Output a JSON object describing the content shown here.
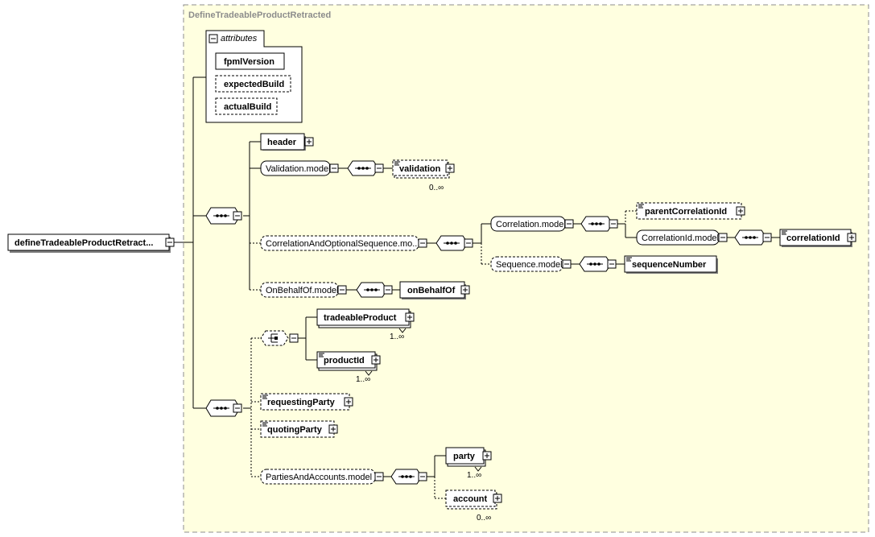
{
  "diagram": {
    "type_label": "DefineTradeableProductRetracted",
    "root": "defineTradeableProductRetract...",
    "attributes": {
      "label": "attributes",
      "items": [
        "fpmlVersion",
        "expectedBuild",
        "actualBuild"
      ]
    },
    "nodes": {
      "header": "header",
      "validation_model": "Validation.model",
      "validation": "validation",
      "validation_occ": "0..∞",
      "corr_seq_model": "CorrelationAndOptionalSequence.mo...",
      "correlation_model": "Correlation.model",
      "parent_correlation_id": "parentCorrelationId",
      "correlation_id_model": "CorrelationId.model",
      "correlation_id": "correlationId",
      "sequence_model": "Sequence.model",
      "sequence_number": "sequenceNumber",
      "on_behalf_of_model": "OnBehalfOf.model",
      "on_behalf_of": "onBehalfOf",
      "tradeable_product": "tradeableProduct",
      "tradeable_product_occ": "1..∞",
      "product_id": "productId",
      "product_id_occ": "1..∞",
      "requesting_party": "requestingParty",
      "quoting_party": "quotingParty",
      "parties_accounts_model": "PartiesAndAccounts.model",
      "party": "party",
      "party_occ": "1..∞",
      "account": "account",
      "account_occ": "0..∞"
    }
  }
}
